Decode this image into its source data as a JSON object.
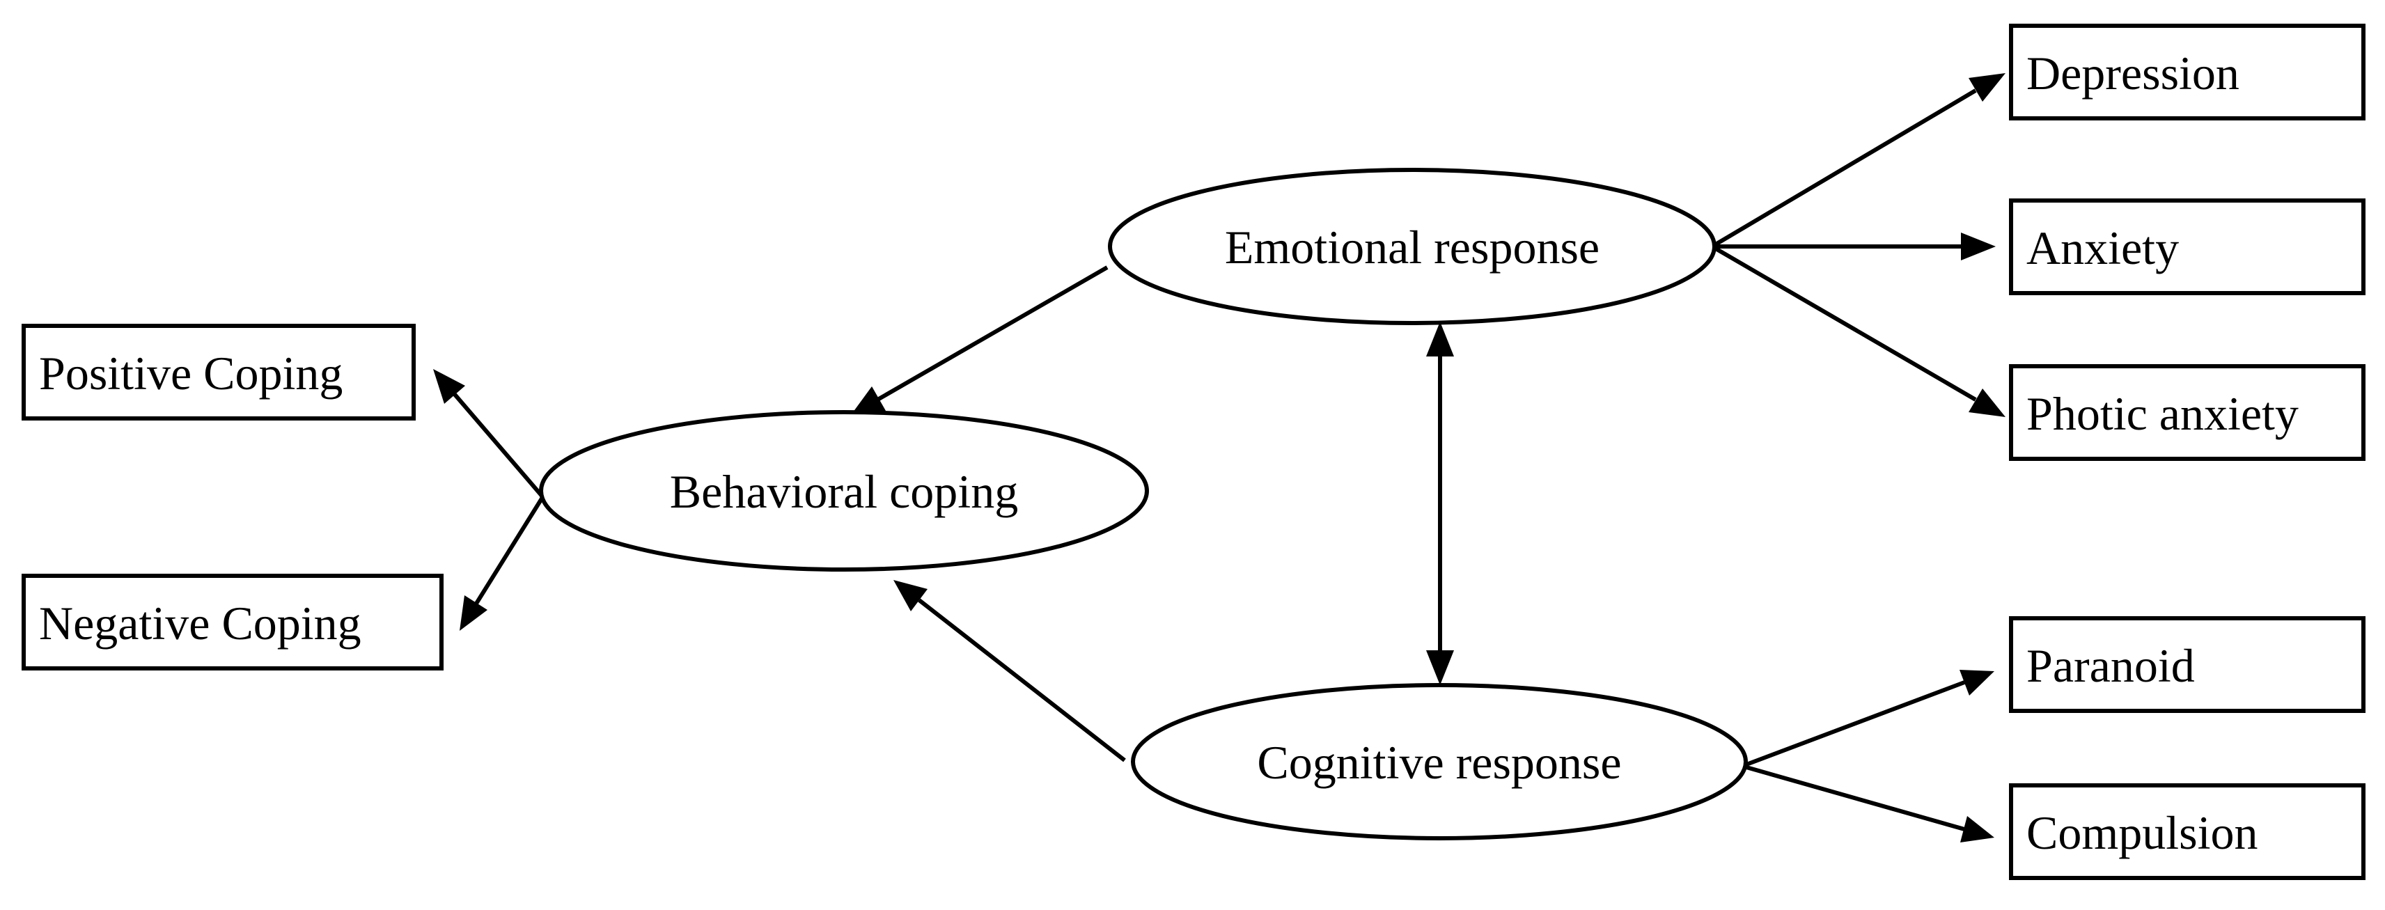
{
  "diagram": {
    "nodes": {
      "emotional": {
        "label": "Emotional response",
        "shape": "ellipse"
      },
      "behavioral": {
        "label": "Behavioral coping",
        "shape": "ellipse"
      },
      "cognitive": {
        "label": "Cognitive response",
        "shape": "ellipse"
      },
      "depression": {
        "label": "Depression",
        "shape": "box"
      },
      "anxiety": {
        "label": "Anxiety",
        "shape": "box"
      },
      "photic": {
        "label": "Photic anxiety",
        "shape": "box"
      },
      "paranoid": {
        "label": "Paranoid",
        "shape": "box"
      },
      "compulsion": {
        "label": "Compulsion",
        "shape": "box"
      },
      "positive": {
        "label": "Positive Coping",
        "shape": "box"
      },
      "negative": {
        "label": "Negative Coping",
        "shape": "box"
      }
    },
    "edges": [
      {
        "from": "emotional",
        "to": "depression",
        "direction": "forward"
      },
      {
        "from": "emotional",
        "to": "anxiety",
        "direction": "forward"
      },
      {
        "from": "emotional",
        "to": "photic",
        "direction": "forward"
      },
      {
        "from": "emotional",
        "to": "behavioral",
        "direction": "forward"
      },
      {
        "from": "cognitive",
        "to": "behavioral",
        "direction": "forward"
      },
      {
        "from": "emotional",
        "to": "cognitive",
        "direction": "both"
      },
      {
        "from": "cognitive",
        "to": "paranoid",
        "direction": "forward"
      },
      {
        "from": "cognitive",
        "to": "compulsion",
        "direction": "forward"
      },
      {
        "from": "behavioral",
        "to": "positive",
        "direction": "forward"
      },
      {
        "from": "behavioral",
        "to": "negative",
        "direction": "forward"
      }
    ],
    "colors": {
      "stroke": "#000000",
      "fill": "#ffffff",
      "text": "#000000"
    }
  }
}
